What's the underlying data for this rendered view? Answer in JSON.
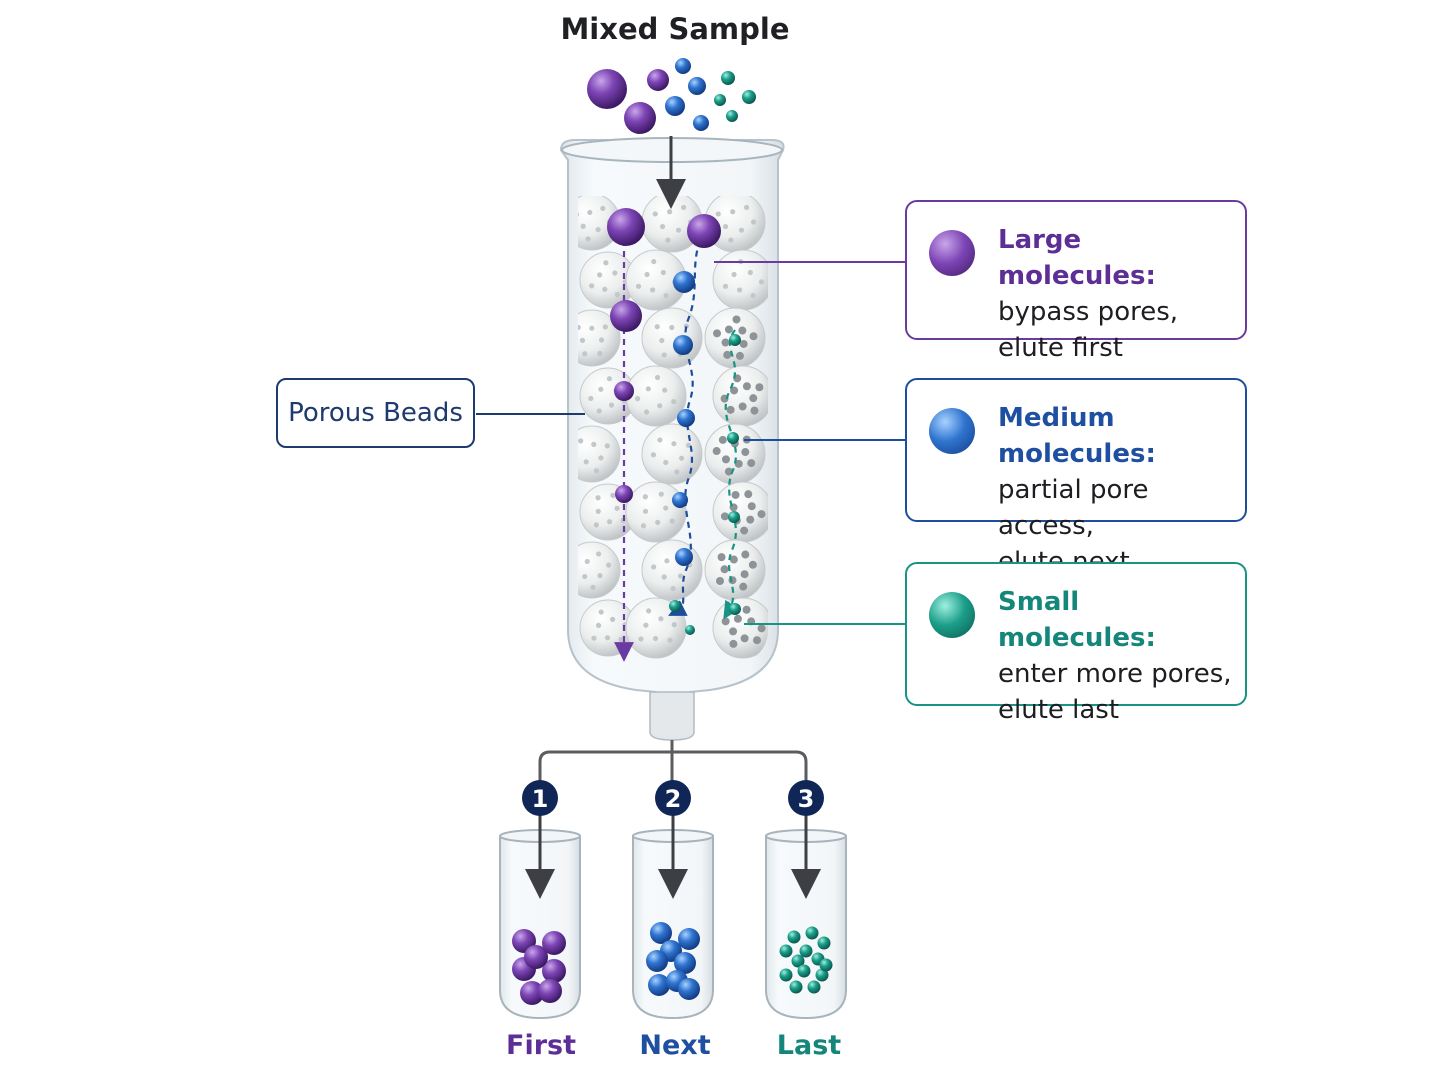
{
  "title": "Mixed Sample",
  "porous_label": "Porous Beads",
  "legend": [
    {
      "key": "large",
      "heading": "Large molecules:",
      "line1": "bypass pores,",
      "line2": "elute first",
      "color": "#6b3aa0"
    },
    {
      "key": "medium",
      "heading": "Medium molecules:",
      "line1": "partial pore access,",
      "line2": "elute next",
      "color": "#1d4e9c"
    },
    {
      "key": "small",
      "heading": "Small molecules:",
      "line1": "enter more pores,",
      "line2": "elute last",
      "color": "#179483"
    }
  ],
  "fractions": [
    {
      "number": "1",
      "label": "First"
    },
    {
      "number": "2",
      "label": "Next"
    },
    {
      "number": "3",
      "label": "Last"
    }
  ],
  "colors": {
    "large": "#7b3fb0",
    "medium": "#2a6cc8",
    "small": "#1aa08c",
    "badge": "#0f2656"
  }
}
